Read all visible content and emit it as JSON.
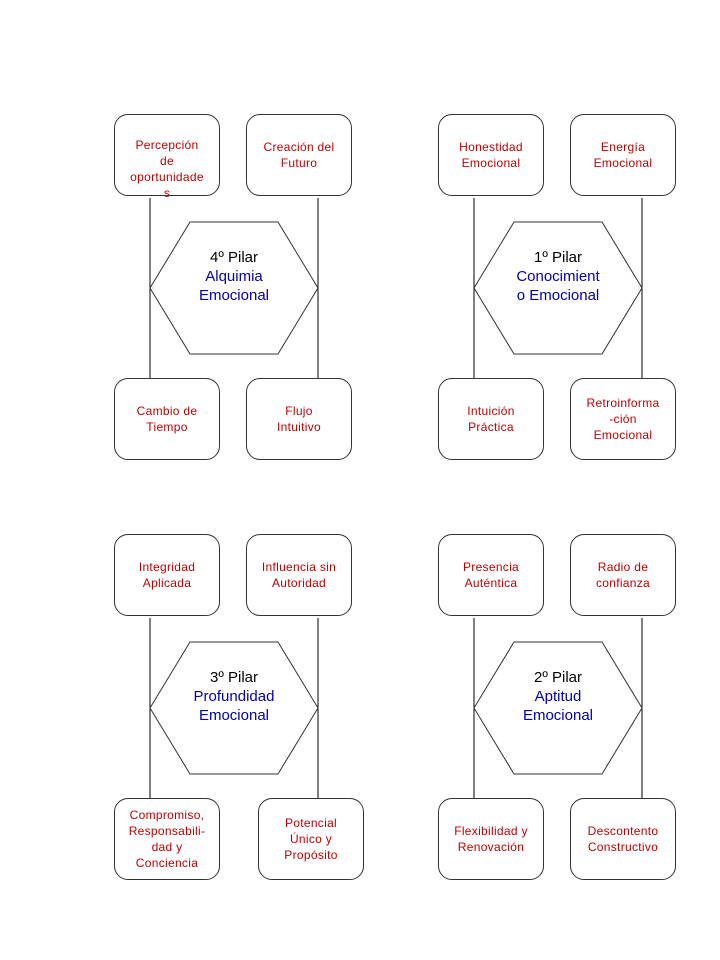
{
  "colors": {
    "box_text": "#c00000",
    "pillar_name": "#0000b0",
    "pillar_number": "#000000",
    "stroke": "#333333"
  },
  "pillars": [
    {
      "number": "4º Pilar",
      "name": "Alquimia\nEmocional",
      "boxes": [
        "Percepción\nde\noportunidade\ns",
        "Creación del\nFuturo",
        "Cambio de\nTiempo",
        "Flujo\nIntuitivo"
      ]
    },
    {
      "number": "1º Pilar",
      "name": "Conocimient\no Emocional",
      "boxes": [
        "Honestidad\nEmocional",
        "Energía\nEmocional",
        "Intuición\nPráctica",
        "Retroinforma\n-ción\nEmocional"
      ]
    },
    {
      "number": "3º Pilar",
      "name": "Profundidad\nEmocional",
      "boxes": [
        "Integridad\nAplicada",
        "Influencia sin\nAutoridad",
        "Compromiso,\nResponsabili-\ndad y\nConciencia",
        "Potencial\nÚnico y\nPropósito"
      ]
    },
    {
      "number": "2º Pilar",
      "name": "Aptitud\nEmocional",
      "boxes": [
        "Presencia\nAuténtica",
        "Radio de\nconfianza",
        "Flexibilidad y\nRenovación",
        "Descontento\nConstructivo"
      ]
    }
  ]
}
